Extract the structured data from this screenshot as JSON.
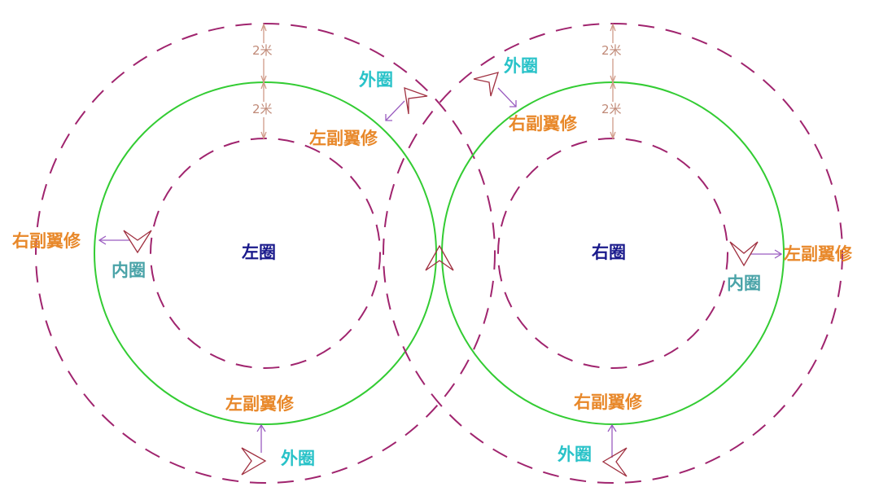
{
  "colors": {
    "green_circle": "#33cc33",
    "dashed_circle": "#a0246e",
    "dimension": "#d09a88",
    "arrow": "#9a5cc0",
    "marker": "#a03040",
    "label_orange": "#e8882a",
    "label_cyan": "#28c2c8",
    "label_teal": "#4aa3a8",
    "label_navy": "#1a1a8c"
  },
  "left_loop": {
    "center_label": "左圈",
    "dimension_outer": "2米",
    "dimension_inner": "2米",
    "top_outer_label": "外圈",
    "top_task_label": "左副翼修",
    "left_task_label": "右副翼修",
    "left_inner_label": "内圈",
    "bottom_task_label": "左副翼修",
    "bottom_outer_label": "外圈"
  },
  "right_loop": {
    "center_label": "右圈",
    "dimension_outer": "2米",
    "dimension_inner": "2米",
    "top_outer_label": "外圈",
    "top_task_label": "右副翼修",
    "right_task_label": "左副翼修",
    "right_inner_label": "内圈",
    "bottom_task_label": "右副翼修",
    "bottom_outer_label": "外圈"
  }
}
